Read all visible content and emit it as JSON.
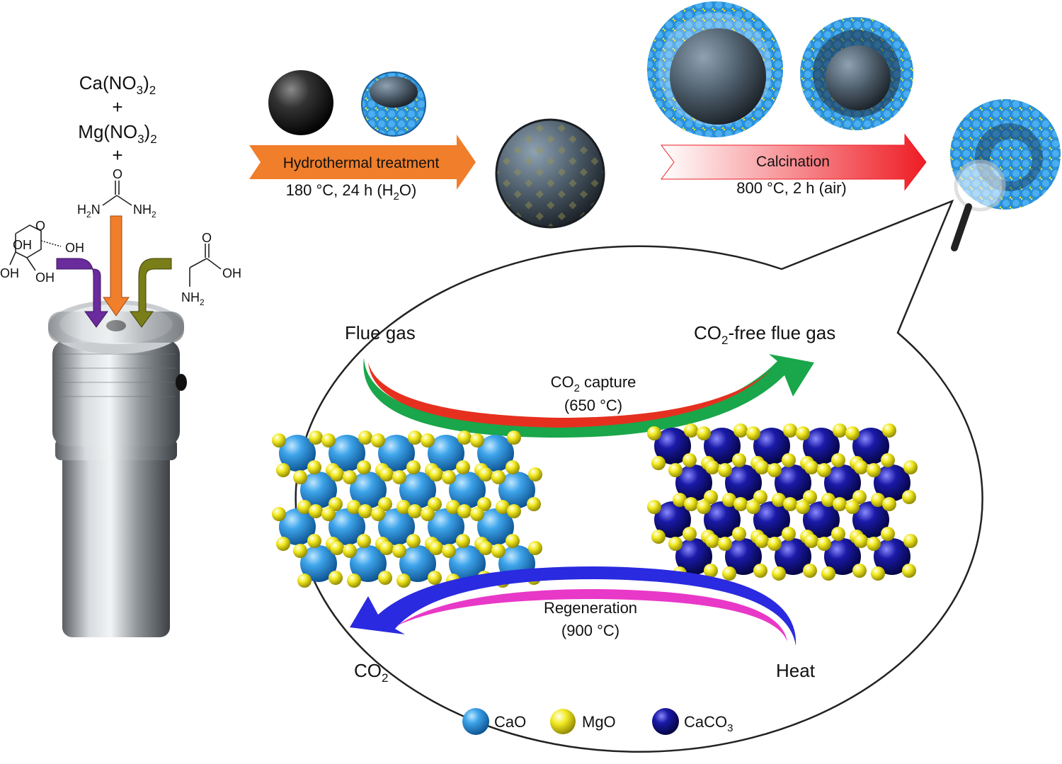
{
  "reactants": {
    "line1": "Ca(NO",
    "line1_sub": "3",
    "line1_tail": ")",
    "line1_sub2": "2",
    "plus1": "+",
    "line2": "Mg(NO",
    "line2_sub": "3",
    "line2_tail": ")",
    "line2_sub2": "2",
    "plus2": "+"
  },
  "urea": {
    "o": "O",
    "left": "H",
    "left_sub": "2",
    "left_tail": "N",
    "right": "NH",
    "right_sub": "2"
  },
  "sugar": {
    "o": "O",
    "oh1": "OH",
    "oh2": "OH",
    "oh3": "OH",
    "oh4": "OH"
  },
  "glycine": {
    "o": "O",
    "oh": "OH",
    "nh2": "NH",
    "nh2_sub": "2"
  },
  "hydrothermal": {
    "arrow_label": "Hydrothermal treatment",
    "condition": "180 °C, 24 h (H",
    "condition_sub": "2",
    "condition_tail": "O)",
    "arrow_color": "#f07e2a"
  },
  "calcination": {
    "arrow_label": "Calcination",
    "condition": "800 °C, 2 h (air)",
    "arrow_color": "#ee1c24"
  },
  "cycle": {
    "flue_gas": "Flue gas",
    "co2_free_prefix": "CO",
    "co2_free_sub": "2",
    "co2_free_tail": "-free flue gas",
    "capture_prefix": "CO",
    "capture_sub": "2",
    "capture_tail": " capture",
    "capture_temp": "(650 °C)",
    "regeneration": "Regeneration",
    "regeneration_temp": "(900 °C)",
    "co2_out": "CO",
    "co2_out_sub": "2",
    "heat": "Heat",
    "capture_arrow_color": "#1aa64a",
    "regen_arrow_color": "#2a2ae0"
  },
  "legend": [
    {
      "label": "CaO",
      "color": "#2a8fd8"
    },
    {
      "label": "MgO",
      "color": "#e8e020"
    },
    {
      "label": "CaCO",
      "sub": "3",
      "color": "#0a0a80"
    }
  ]
}
